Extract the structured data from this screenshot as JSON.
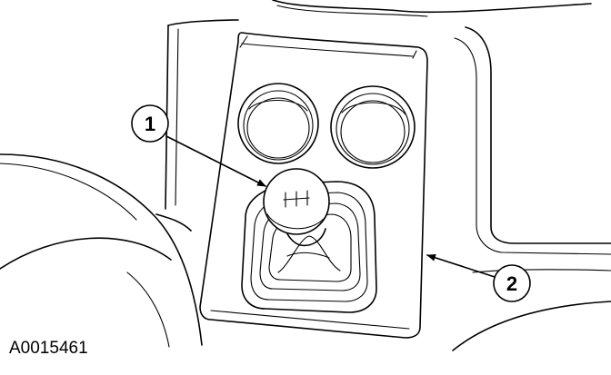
{
  "figure": {
    "figure_id": "A0015461",
    "callouts": [
      {
        "number": "1",
        "target": "gearshift-knob"
      },
      {
        "number": "2",
        "target": "console-trim-panel"
      }
    ]
  },
  "colors": {
    "line": "#000000",
    "background": "#ffffff"
  }
}
